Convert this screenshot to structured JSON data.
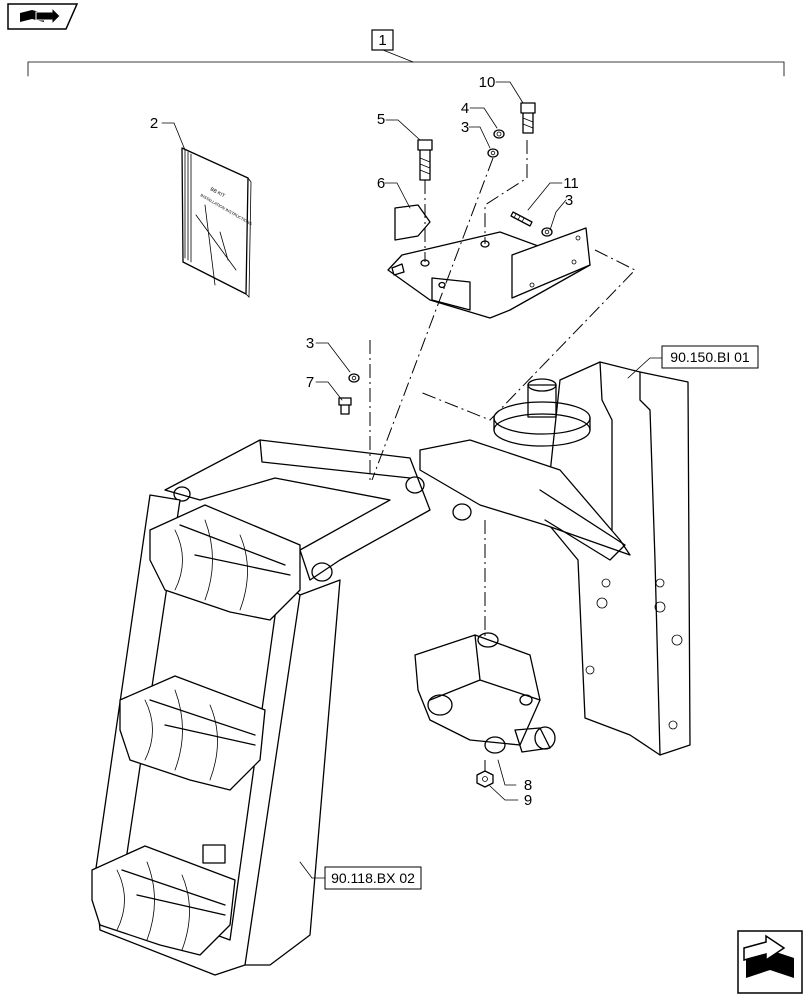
{
  "navigation": {
    "top_icon": "book-arrow-icon",
    "bottom_icon": "book-arrow-icon"
  },
  "kit_label": "1",
  "callouts": {
    "c2": "2",
    "c3a": "3",
    "c3b": "3",
    "c3c": "3",
    "c4": "4",
    "c5": "5",
    "c6": "6",
    "c7": "7",
    "c8": "8",
    "c9": "9",
    "c10": "10",
    "c11": "11"
  },
  "references": {
    "frame_ref": "90.150.BI 01",
    "step_ref": "90.118.BX 02"
  },
  "manual_cover_text": {
    "line1": "BB KIT",
    "line2": "INSTALLATION INSTRUCTIONS"
  }
}
